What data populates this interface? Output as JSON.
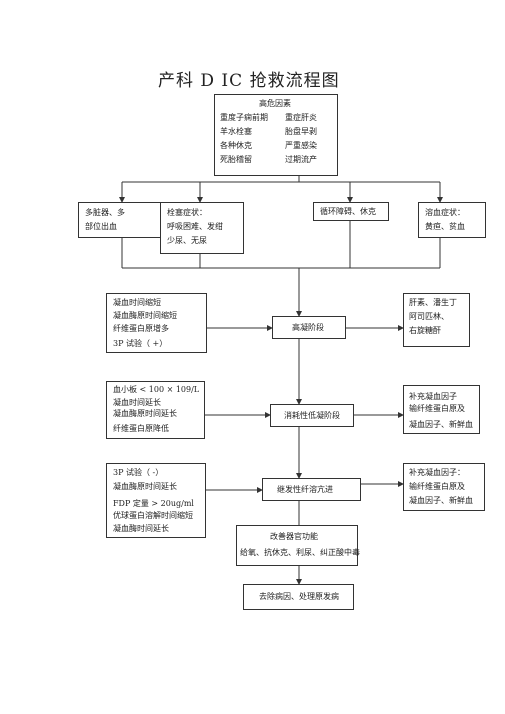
{
  "title": "产科 D IC  抢救流程图",
  "risk": {
    "heading": "高危因素",
    "left": [
      "重度子痫前期",
      "羊水栓塞",
      "各种休克",
      "死胎稽留"
    ],
    "right": [
      "重症肝炎",
      "胎盘早剥",
      "严重感染",
      "过期流产"
    ]
  },
  "causes": {
    "organ": [
      "多脏器、多",
      "部位出血"
    ],
    "embolism": [
      "栓塞症状：",
      "呼吸困难、发绀",
      "少尿、无尿"
    ],
    "circulation": [
      "循环障碍、休克"
    ],
    "hemolysis": [
      "溶血症状：",
      "黄疸、贫血"
    ]
  },
  "hyper": {
    "labs": [
      "凝血时间缩短",
      "凝血酶原时间缩短",
      "纤维蛋白原增多",
      "3P  试验（ +）"
    ],
    "stage": "高凝阶段",
    "treat": [
      "肝素、潘生丁",
      "阿司匹林、",
      "右旋糖酐"
    ]
  },
  "consumptive": {
    "labs": [
      "血小板 < 100 × 109/L",
      "凝血时间延长",
      "凝血酶原时间延长",
      "纤维蛋白原降低"
    ],
    "stage": "消耗性低凝阶段",
    "treat": [
      "补充凝血因子",
      "输纤维蛋白原及",
      "凝血因子、新鲜血"
    ]
  },
  "fibrinolysis": {
    "labs": [
      "3P  试验（ -）",
      "凝血酶原时间延长",
      "FDP  定量 > 20ug/ml",
      "优球蛋白溶解时间缩短",
      "凝血酶时间延长"
    ],
    "stage": "继发性纤溶亢进",
    "treat": [
      "补充凝血因子：",
      "输纤维蛋白原及",
      "凝血因子、新鲜血"
    ]
  },
  "organ_support": [
    "改善器官功能",
    "给氧、抗休克、利尿、纠正酸中毒"
  ],
  "final": "去除病因、处理原发病"
}
